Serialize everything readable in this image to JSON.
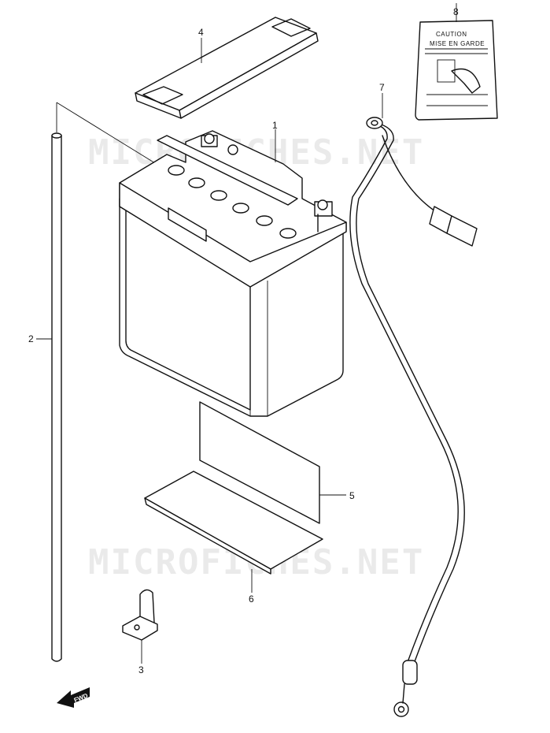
{
  "parts": [
    {
      "number": "1"
    },
    {
      "number": "2"
    },
    {
      "number": "3"
    },
    {
      "number": "4"
    },
    {
      "number": "5"
    },
    {
      "number": "6"
    },
    {
      "number": "7"
    },
    {
      "number": "8"
    }
  ],
  "caution_label": {
    "line1": "CAUTION",
    "line2": "MISE EN GARDE"
  },
  "fwd_label": "FWD",
  "watermark": "MICROFICHES.NET"
}
